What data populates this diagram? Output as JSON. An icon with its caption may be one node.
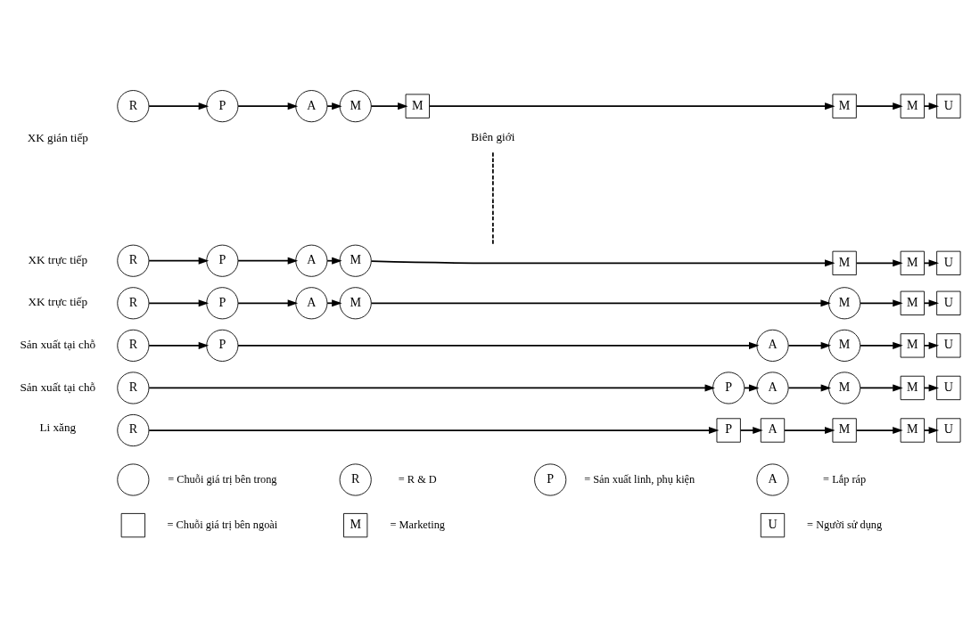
{
  "diagram": {
    "nodes": [
      {
        "text": [
          "R"
        ]
      },
      {
        "text": [
          "P"
        ]
      },
      {
        "text": [
          "A"
        ]
      },
      {
        "text": [
          "M"
        ]
      },
      {
        "text": [
          "M"
        ]
      },
      {
        "text": [
          "M"
        ]
      },
      {
        "text": [
          "M"
        ]
      },
      {
        "text": [
          "U"
        ]
      },
      {
        "text": [
          "R"
        ]
      },
      {
        "text": [
          "P"
        ]
      },
      {
        "text": [
          "A"
        ]
      },
      {
        "text": [
          "M"
        ]
      },
      {
        "text": [
          "M"
        ]
      },
      {
        "text": [
          "M"
        ]
      },
      {
        "text": [
          "U"
        ]
      },
      {
        "text": [
          "R"
        ]
      },
      {
        "text": [
          "P"
        ]
      },
      {
        "text": [
          "A"
        ]
      },
      {
        "text": [
          "M"
        ]
      },
      {
        "text": [
          "M"
        ]
      },
      {
        "text": [
          "M"
        ]
      },
      {
        "text": [
          "U"
        ]
      },
      {
        "text": [
          "R"
        ]
      },
      {
        "text": [
          "P"
        ]
      },
      {
        "text": [
          "A"
        ]
      },
      {
        "text": [
          "M"
        ]
      },
      {
        "text": [
          "M"
        ]
      },
      {
        "text": [
          "U"
        ]
      },
      {
        "text": [
          "R"
        ]
      },
      {
        "text": [
          "P"
        ]
      },
      {
        "text": [
          "A"
        ]
      },
      {
        "text": [
          "M"
        ]
      },
      {
        "text": [
          "M"
        ]
      },
      {
        "text": [
          "U"
        ]
      },
      {
        "text": [
          "R"
        ]
      },
      {
        "text": [
          "P"
        ]
      },
      {
        "text": [
          "A"
        ]
      },
      {
        "text": [
          "M"
        ]
      },
      {
        "text": [
          "M"
        ]
      },
      {
        "text": [
          "U"
        ]
      },
      {
        "text": [],
        "shape": "circle",
        "beside": [
          "= Chuỗi giá trị bên trong"
        ]
      },
      {
        "text": [
          "R"
        ],
        "beside": [
          "= R & D"
        ]
      },
      {
        "text": [
          "P"
        ],
        "beside": [
          "= Sản xuất linh, phụ kiện"
        ]
      },
      {
        "text": [
          "A"
        ],
        "beside": [
          "= Lắp ráp"
        ]
      },
      {
        "text": [],
        "shape": "box",
        "beside": [
          "= Chuỗi giá trị bên ngoài"
        ]
      },
      {
        "text": [
          "M"
        ],
        "beside": [
          "= Marketing"
        ]
      },
      {
        "text": [
          "U"
        ],
        "beside": [
          "= Người sử dụng"
        ]
      }
    ],
    "edges": [
      {
        "from": 0,
        "to": 1,
        "arrow": "to"
      },
      {
        "from": 1,
        "to": 2,
        "arrow": "to"
      },
      {
        "from": 2,
        "to": 3,
        "arrow": "to"
      },
      {
        "from": 3,
        "to": 4,
        "arrow": "to"
      },
      {
        "from": 4,
        "to": 5,
        "arrow": "to"
      },
      {
        "from": 5,
        "to": 6,
        "arrow": "to"
      },
      {
        "from": 6,
        "to": 7,
        "arrow": "to"
      },
      {
        "from": 8,
        "to": 9,
        "arrow": "to"
      },
      {
        "from": 9,
        "to": 10,
        "arrow": "to"
      },
      {
        "from": 10,
        "to": 11,
        "arrow": "to"
      },
      {
        "from": 11,
        "to": 12,
        "arrow": "to"
      },
      {
        "from": 12,
        "to": 13,
        "arrow": "to"
      },
      {
        "from": 13,
        "to": 14,
        "arrow": "to"
      },
      {
        "from": 15,
        "to": 16,
        "arrow": "to"
      },
      {
        "from": 16,
        "to": 17,
        "arrow": "to"
      },
      {
        "from": 17,
        "to": 18,
        "arrow": "to"
      },
      {
        "from": 18,
        "to": 19,
        "arrow": "to"
      },
      {
        "from": 19,
        "to": 20,
        "arrow": "to"
      },
      {
        "from": 20,
        "to": 21,
        "arrow": "to"
      },
      {
        "from": 22,
        "to": 23,
        "arrow": "to"
      },
      {
        "from": 23,
        "to": 24,
        "arrow": "to"
      },
      {
        "from": 24,
        "to": 25,
        "arrow": "to"
      },
      {
        "from": 25,
        "to": 26,
        "arrow": "to"
      },
      {
        "from": 26,
        "to": 27,
        "arrow": "to"
      },
      {
        "from": 28,
        "to": 29,
        "arrow": "to"
      },
      {
        "from": 29,
        "to": 30,
        "arrow": "to"
      },
      {
        "from": 30,
        "to": 31,
        "arrow": "to"
      },
      {
        "from": 31,
        "to": 32,
        "arrow": "to"
      },
      {
        "from": 32,
        "to": 33,
        "arrow": "to"
      },
      {
        "from": 34,
        "to": 35,
        "arrow": "to"
      },
      {
        "from": 35,
        "to": 36,
        "arrow": "to"
      },
      {
        "from": 36,
        "to": 37,
        "arrow": "to"
      },
      {
        "from": 37,
        "to": 38,
        "arrow": "to"
      },
      {
        "from": 38,
        "to": 39,
        "arrow": "to"
      }
    ],
    "labels": [
      "Biên giới",
      "XK gián tiếp",
      "XK trực tiếp",
      "XK trực tiếp",
      "Sản xuất tại chỗ",
      "Sản xuất tại chỗ",
      "Li xăng"
    ]
  }
}
